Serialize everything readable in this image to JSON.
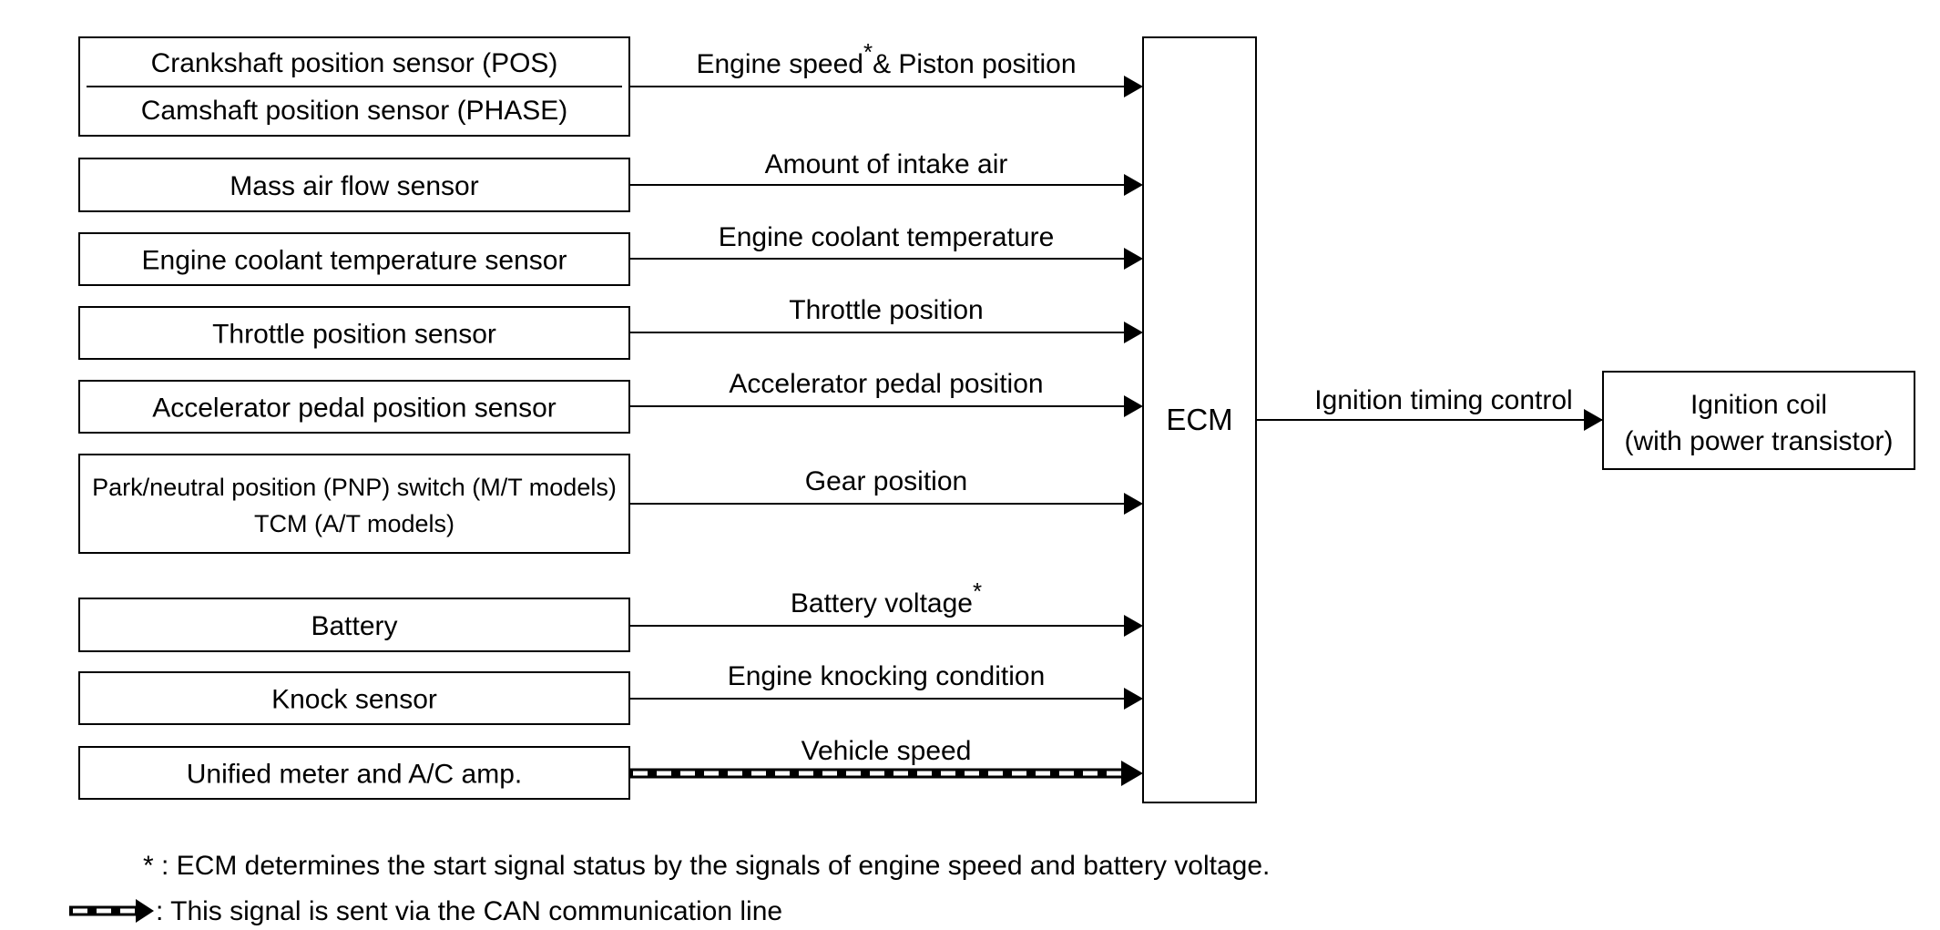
{
  "sensors": [
    {
      "lines": [
        "Crankshaft position sensor (POS)",
        "Camshaft position sensor (PHASE)"
      ],
      "signal": "Engine speed",
      "signal_suffix": "& Piston position",
      "asterisk": true
    },
    {
      "lines": [
        "Mass air flow sensor"
      ],
      "signal": "Amount of intake air"
    },
    {
      "lines": [
        "Engine coolant temperature sensor"
      ],
      "signal": "Engine coolant temperature"
    },
    {
      "lines": [
        "Throttle position sensor"
      ],
      "signal": "Throttle position"
    },
    {
      "lines": [
        "Accelerator pedal position sensor"
      ],
      "signal": "Accelerator pedal position"
    },
    {
      "lines": [
        "Park/neutral position (PNP) switch (M/T models)",
        "TCM (A/T models)"
      ],
      "signal": "Gear position"
    },
    {
      "lines": [
        "Battery"
      ],
      "signal": "Battery voltage",
      "asterisk": true
    },
    {
      "lines": [
        "Knock sensor"
      ],
      "signal": "Engine knocking condition"
    },
    {
      "lines": [
        "Unified meter and A/C amp."
      ],
      "signal": "Vehicle speed",
      "can": true
    }
  ],
  "ecm": {
    "label": "ECM"
  },
  "output": {
    "signal": "Ignition timing control",
    "lines": [
      "Ignition coil",
      "(with power transistor)"
    ]
  },
  "notes": {
    "asterisk_mark": "*",
    "asterisk_note": "* : ECM determines the start signal status by the signals of engine speed and battery voltage.",
    "can_note": ": This signal is sent via the CAN communication line"
  }
}
